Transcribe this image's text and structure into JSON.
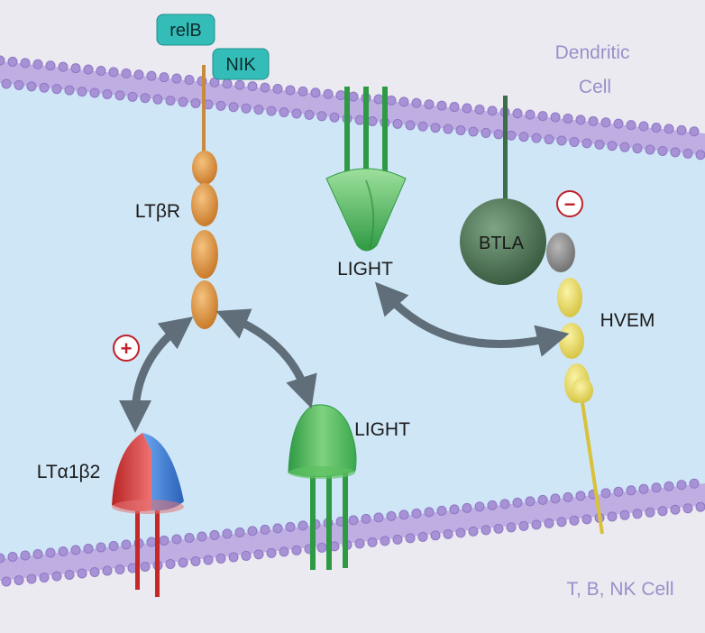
{
  "cells": {
    "top": "Dendritic\nCell",
    "bottom": "T, B, NK Cell"
  },
  "molecules": {
    "relb": "relB",
    "nik": "NIK",
    "ltbr": "LTβR",
    "light_top": "LIGHT",
    "btla": "BTLA",
    "hvem": "HVEM",
    "lta1b2": "LTα1β2",
    "light_bottom": "LIGHT"
  },
  "signs": {
    "stimulatory": "+",
    "inhibitory": "−"
  },
  "colors": {
    "interior": "#cfe6f6",
    "membrane": "#b9a6dd",
    "outside": "#ebeaf1",
    "ltbr": "#d9903c",
    "light": "#3fae54",
    "btla": "#4c7052",
    "hvem": "#e7d85a",
    "lt_red": "#d63a3a",
    "lt_blue": "#3a7bd1",
    "arrow": "#5f6e78",
    "tag": "#34bdb8"
  }
}
